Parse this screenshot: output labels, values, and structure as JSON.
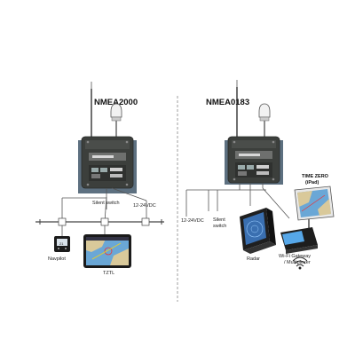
{
  "left_section": {
    "title": "NMEA2000",
    "silent_switch": "Silent switch",
    "power": "12-24VDC",
    "navpilot": "Navpilot",
    "tztl": "TZTL"
  },
  "right_section": {
    "title": "NMEA0183",
    "power": "12-24VDC",
    "silent_switch_1": "Silent",
    "silent_switch_2": "switch",
    "radar": "Radar",
    "timezero_1": "TIME ZERO",
    "timezero_2": "(iPad)",
    "wifi_1": "Wi-Fi Gateway",
    "wifi_2": "/ Multiplexer"
  },
  "colors": {
    "device_body": "#3c3f3c",
    "device_mount": "#5d7080",
    "cable": "#555555",
    "divider": "#888888",
    "screen_water": "#6aa7d6",
    "screen_land": "#d9c99a",
    "radar_screen": "#3a6fb0"
  }
}
